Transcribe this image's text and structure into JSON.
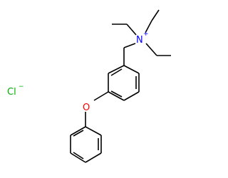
{
  "structure": {
    "nitrogen": {
      "symbol": "N",
      "charge": "+",
      "color": "#0000ff"
    },
    "oxygen": {
      "symbol": "O",
      "color": "#ff0000"
    },
    "chloride": {
      "symbol": "Cl",
      "charge": "−",
      "color": "#00b000"
    },
    "bond_color": "#000000"
  }
}
